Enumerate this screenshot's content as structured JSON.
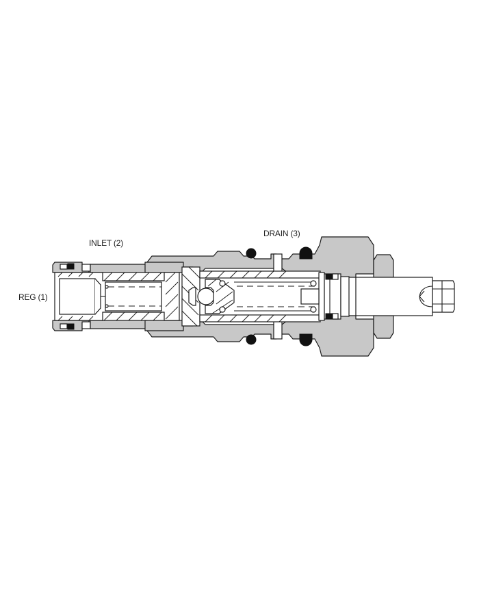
{
  "diagram": {
    "type": "cartridge valve cross-section",
    "labels": {
      "reg": "REG (1)",
      "inlet": "INLET (2)",
      "drain": "DRAIN (3)"
    },
    "colors": {
      "body_fill": "#c8c8c8",
      "outline": "#1a1a1a",
      "seal": "#111111",
      "background": "#ffffff"
    }
  }
}
